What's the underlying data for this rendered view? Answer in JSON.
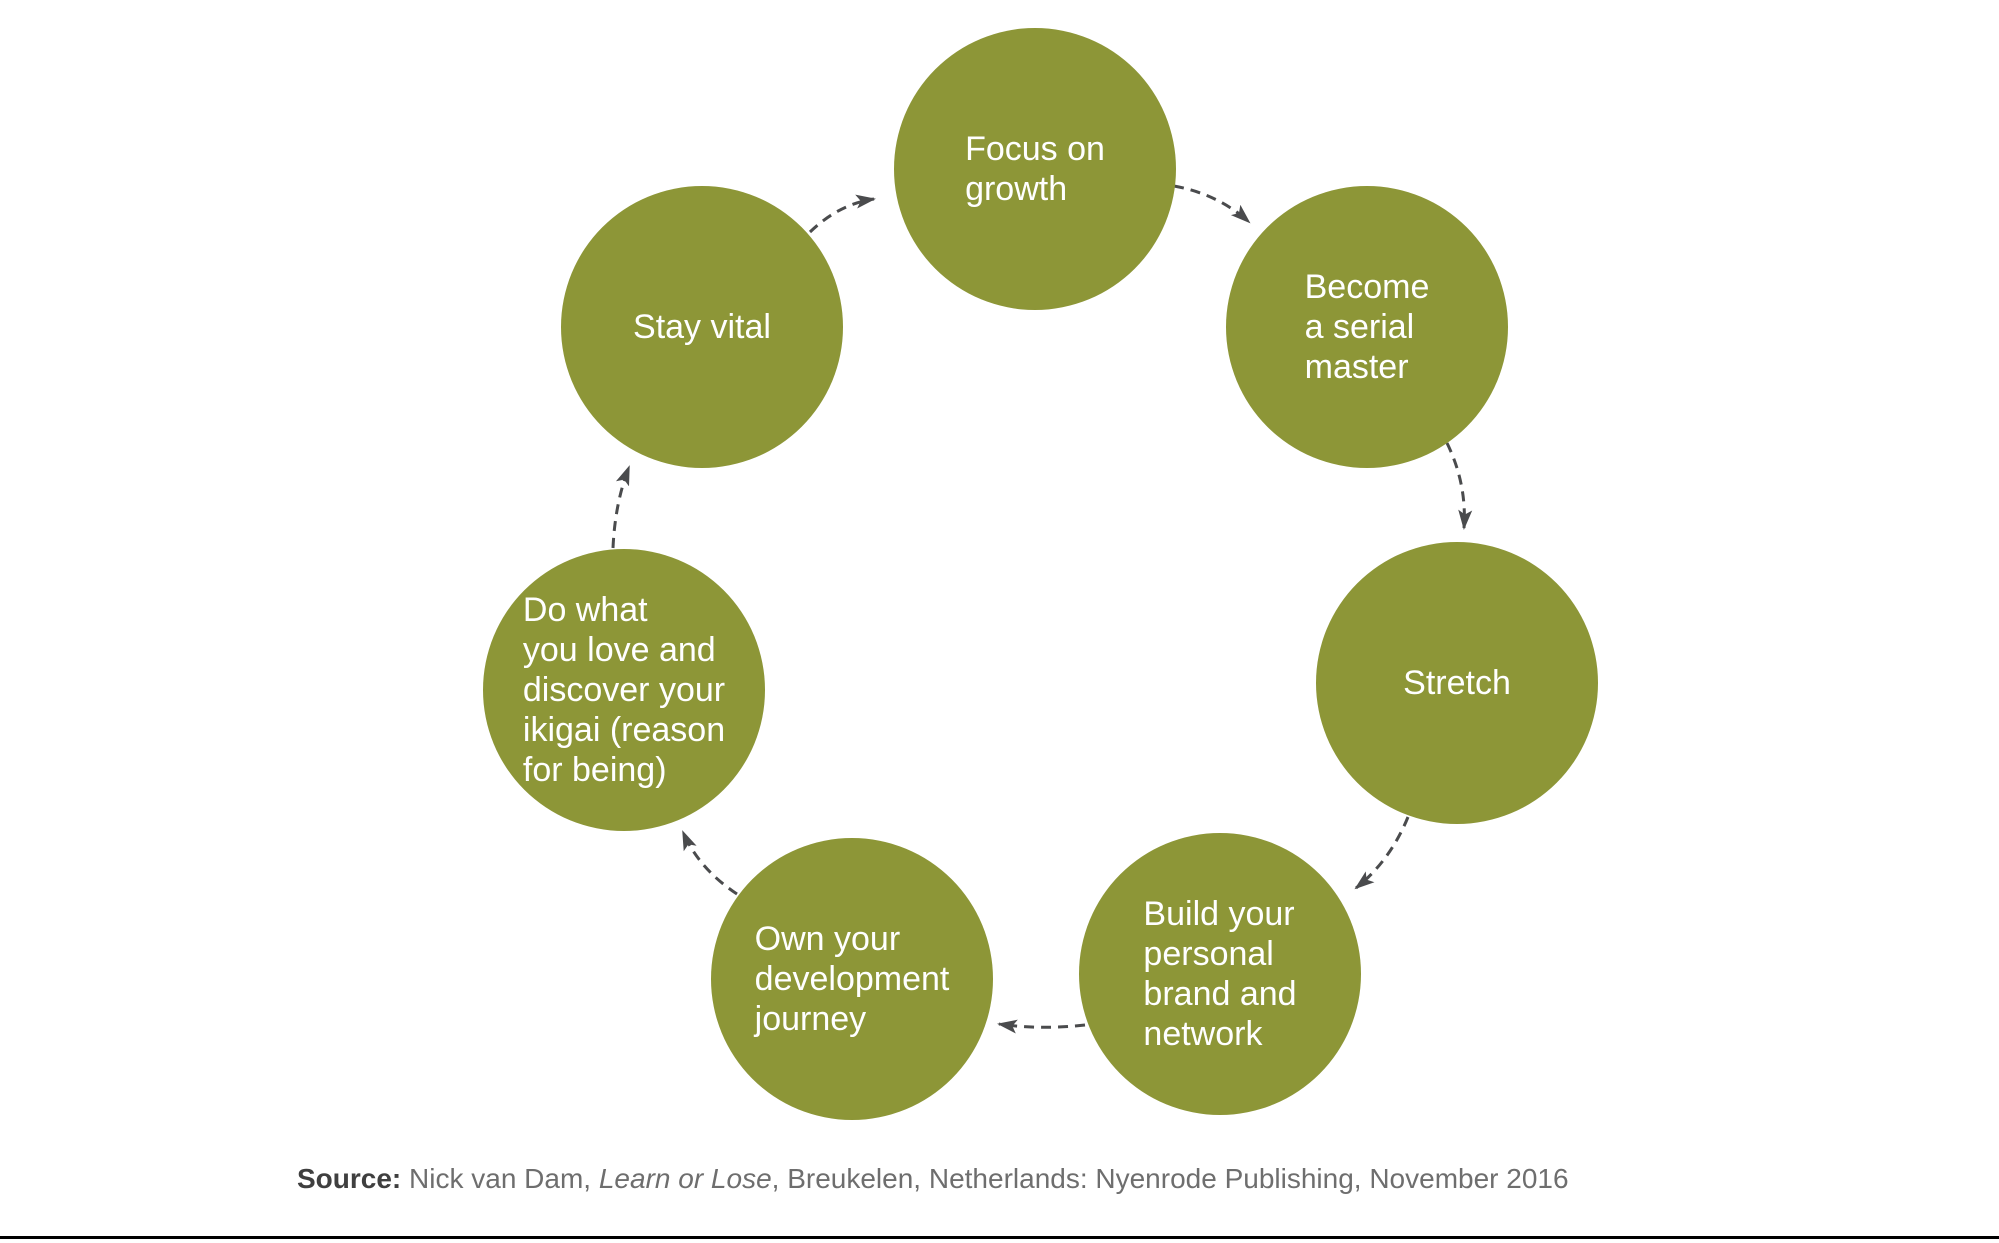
{
  "colors": {
    "background": "#ffffff",
    "node_fill": "#8d9637",
    "node_text": "#ffffff",
    "arrow": "#4a4b4d",
    "source_label": "#3f3f3f",
    "source_text": "#6e6e6e",
    "bottom_rule": "#000000"
  },
  "diagram": {
    "type": "circular-cycle",
    "cycle_direction": "clockwise",
    "nodes": [
      {
        "name": "focus-on-growth",
        "label": "Focus on\ngrowth"
      },
      {
        "name": "become-a-serial-master",
        "label": "Become\na serial\nmaster"
      },
      {
        "name": "stretch",
        "label": "Stretch"
      },
      {
        "name": "build-your-personal-brand-and-network",
        "label": "Build your\npersonal\nbrand and\nnetwork"
      },
      {
        "name": "own-your-development-journey",
        "label": "Own your\ndevelopment\njourney"
      },
      {
        "name": "do-what-you-love-ikigai",
        "label": "Do what\nyou love and\ndiscover your\nikigai (reason\nfor being)"
      },
      {
        "name": "stay-vital",
        "label": "Stay vital"
      }
    ]
  },
  "source_line": {
    "label": "Source:",
    "before_italic": " Nick van Dam, ",
    "italic_title": "Learn or Lose",
    "after_italic": ", Breukelen, Netherlands: Nyenrode Publishing, November 2016"
  }
}
